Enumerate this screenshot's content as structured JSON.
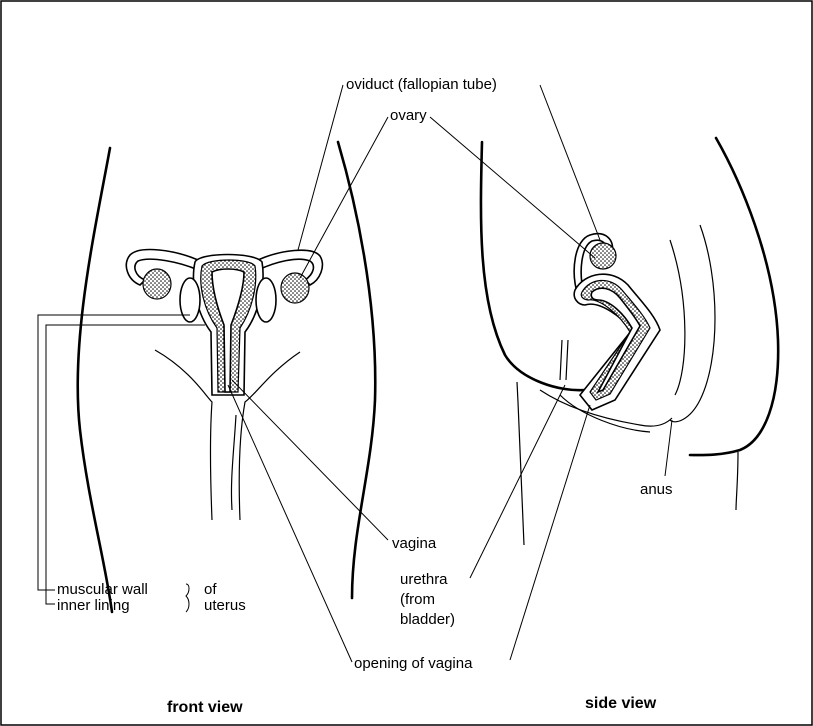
{
  "labels": {
    "oviduct": "oviduct (fallopian tube)",
    "ovary": "ovary",
    "vagina": "vagina",
    "anus": "anus",
    "urethra_1": "urethra",
    "urethra_2": "(from",
    "urethra_3": "bladder)",
    "muscular_wall": "muscular wall",
    "inner_lining": "inner lining",
    "of": "of",
    "uterus": "uterus",
    "opening_of_vagina": "opening of vagina"
  },
  "captions": {
    "front_view": "front view",
    "side_view": "side view"
  }
}
